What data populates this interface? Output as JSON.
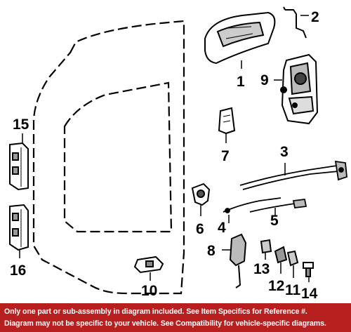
{
  "callouts": {
    "c1": "1",
    "c2": "2",
    "c3": "3",
    "c4": "4",
    "c5": "5",
    "c6": "6",
    "c7": "7",
    "c8": "8",
    "c9": "9",
    "c10": "10",
    "c11": "11",
    "c12": "12",
    "c13": "13",
    "c14": "14",
    "c15": "15",
    "c16": "16"
  },
  "disclaimer": {
    "line1": "Only one part or sub-assembly in diagram included. See Item Specifics for Reference #.",
    "line2": "Diagram may not be specific to your vehicle. See Compatibility for vehicle-specific diagrams."
  },
  "colors": {
    "banner": "#b82020",
    "banner_text": "#ffffff",
    "ink": "#000000"
  }
}
